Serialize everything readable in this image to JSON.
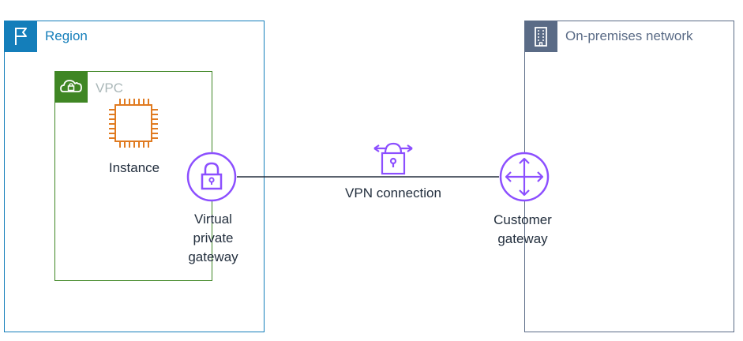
{
  "region": {
    "title": "Region",
    "icon": "flag-icon",
    "color": "#147eba"
  },
  "vpc": {
    "title": "VPC",
    "icon": "cloud-lock-icon",
    "color": "#3f8624"
  },
  "onprem": {
    "title": "On-premises network",
    "icon": "building-icon",
    "color": "#5a6b86"
  },
  "instance": {
    "label": "Instance",
    "icon": "chip-icon",
    "color": "#e07b21"
  },
  "vpg": {
    "label": "Virtual\nprivate\ngateway",
    "icon": "lock-icon",
    "color": "#8c4fff"
  },
  "vpn": {
    "label": "VPN connection",
    "icon": "vpn-lock-icon",
    "color": "#8c4fff"
  },
  "cgw": {
    "label": "Customer\ngateway",
    "icon": "router-arrows-icon",
    "color": "#8c4fff"
  }
}
